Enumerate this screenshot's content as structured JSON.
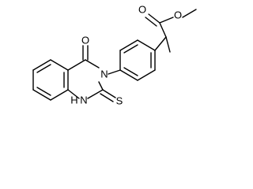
{
  "molecule": {
    "atoms": {
      "o_carbonyl_ester": "O",
      "o_ester": "O",
      "o_quinazolinone": "O",
      "n3": "N",
      "n1": "N",
      "h1": "H",
      "s_thione": "S"
    }
  }
}
